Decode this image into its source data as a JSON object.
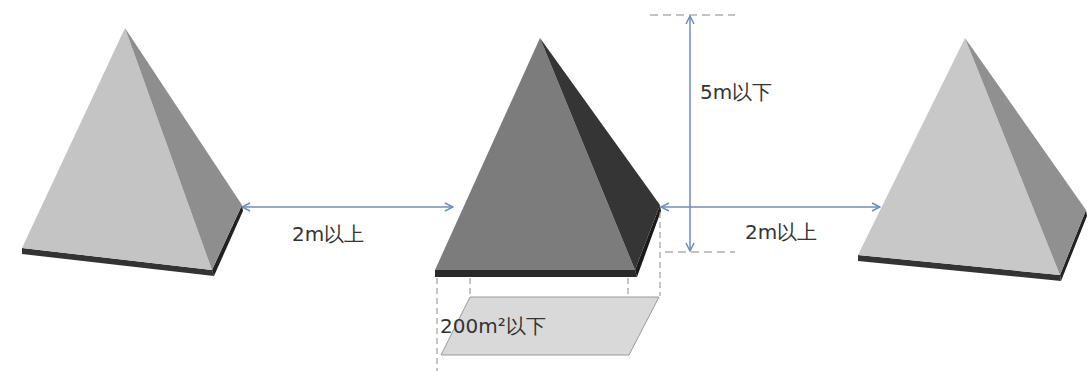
{
  "diagram": {
    "nodes": [
      {
        "text": [
          "200m²以下"
        ]
      }
    ],
    "labels": [
      "2m以上",
      "5m以下",
      "2m以上"
    ]
  }
}
